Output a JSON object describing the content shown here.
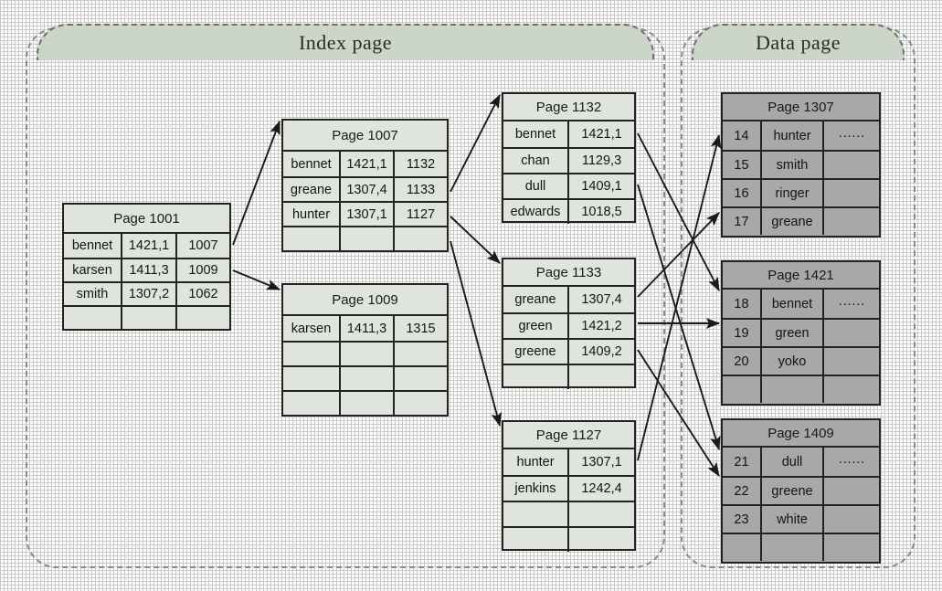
{
  "diagram": {
    "title_font_note": "",
    "regions": [
      {
        "id": "index-region",
        "label": "Index page"
      },
      {
        "id": "data-region",
        "label": "Data page"
      }
    ],
    "colors": {
      "index_fill": "#dfe5dc",
      "data_fill": "#a8a8a8",
      "banner_fill": "#ccd6c8",
      "border": "#222222",
      "region_border": "#8a8a8a",
      "arrow": "#1a1a1a"
    }
  },
  "pages": [
    {
      "id": "page-1001",
      "title": "Page 1001",
      "kind": "index",
      "columns": 3,
      "rows": [
        [
          "bennet",
          "1421,1",
          "1007"
        ],
        [
          "karsen",
          "1411,3",
          "1009"
        ],
        [
          "smith",
          "1307,2",
          "1062"
        ],
        [
          "",
          "",
          ""
        ]
      ]
    },
    {
      "id": "page-1007",
      "title": "Page 1007",
      "kind": "index",
      "columns": 3,
      "rows": [
        [
          "bennet",
          "1421,1",
          "1132"
        ],
        [
          "greane",
          "1307,4",
          "1133"
        ],
        [
          "hunter",
          "1307,1",
          "1127"
        ],
        [
          "",
          "",
          ""
        ]
      ]
    },
    {
      "id": "page-1009",
      "title": "Page 1009",
      "kind": "index",
      "columns": 3,
      "rows": [
        [
          "karsen",
          "1411,3",
          "1315"
        ],
        [
          "",
          "",
          ""
        ],
        [
          "",
          "",
          ""
        ],
        [
          "",
          "",
          ""
        ]
      ]
    },
    {
      "id": "page-1132",
      "title": "Page 1132",
      "kind": "index",
      "columns": 2,
      "rows": [
        [
          "bennet",
          "1421,1"
        ],
        [
          "chan",
          "1129,3"
        ],
        [
          "dull",
          "1409,1"
        ],
        [
          "edwards",
          "1018,5"
        ]
      ]
    },
    {
      "id": "page-1133",
      "title": "Page 1133",
      "kind": "index",
      "columns": 2,
      "rows": [
        [
          "greane",
          "1307,4"
        ],
        [
          "green",
          "1421,2"
        ],
        [
          "greene",
          "1409,2"
        ],
        [
          "",
          ""
        ]
      ]
    },
    {
      "id": "page-1127",
      "title": "Page 1127",
      "kind": "index",
      "columns": 2,
      "rows": [
        [
          "hunter",
          "1307,1"
        ],
        [
          "jenkins",
          "1242,4"
        ],
        [
          "",
          ""
        ],
        [
          "",
          ""
        ]
      ]
    },
    {
      "id": "page-1307",
      "title": "Page 1307",
      "kind": "data",
      "columns": 3,
      "rows": [
        [
          "14",
          "hunter",
          "······"
        ],
        [
          "15",
          "smith",
          ""
        ],
        [
          "16",
          "ringer",
          ""
        ],
        [
          "17",
          "greane",
          ""
        ]
      ]
    },
    {
      "id": "page-1421",
      "title": "Page 1421",
      "kind": "data",
      "columns": 3,
      "rows": [
        [
          "18",
          "bennet",
          "······"
        ],
        [
          "19",
          "green",
          ""
        ],
        [
          "20",
          "yoko",
          ""
        ],
        [
          "",
          "",
          ""
        ]
      ]
    },
    {
      "id": "page-1409",
      "title": "Page 1409",
      "kind": "data",
      "columns": 3,
      "rows": [
        [
          "21",
          "dull",
          "······"
        ],
        [
          "22",
          "greene",
          ""
        ],
        [
          "23",
          "white",
          ""
        ],
        [
          "",
          "",
          ""
        ]
      ]
    }
  ],
  "links": [
    {
      "from": "page-1001.row0",
      "to": "page-1007"
    },
    {
      "from": "page-1001.row1",
      "to": "page-1009"
    },
    {
      "from": "page-1007.row0",
      "to": "page-1132"
    },
    {
      "from": "page-1007.row1",
      "to": "page-1133"
    },
    {
      "from": "page-1007.row2",
      "to": "page-1127"
    },
    {
      "from": "page-1132.row0",
      "to": "page-1421.row0"
    },
    {
      "from": "page-1132.row2",
      "to": "page-1409.row0"
    },
    {
      "from": "page-1133.row0",
      "to": "page-1307.row3"
    },
    {
      "from": "page-1133.row1",
      "to": "page-1421.row1"
    },
    {
      "from": "page-1133.row2",
      "to": "page-1409.row1"
    },
    {
      "from": "page-1127.row0",
      "to": "page-1307.row0"
    }
  ]
}
